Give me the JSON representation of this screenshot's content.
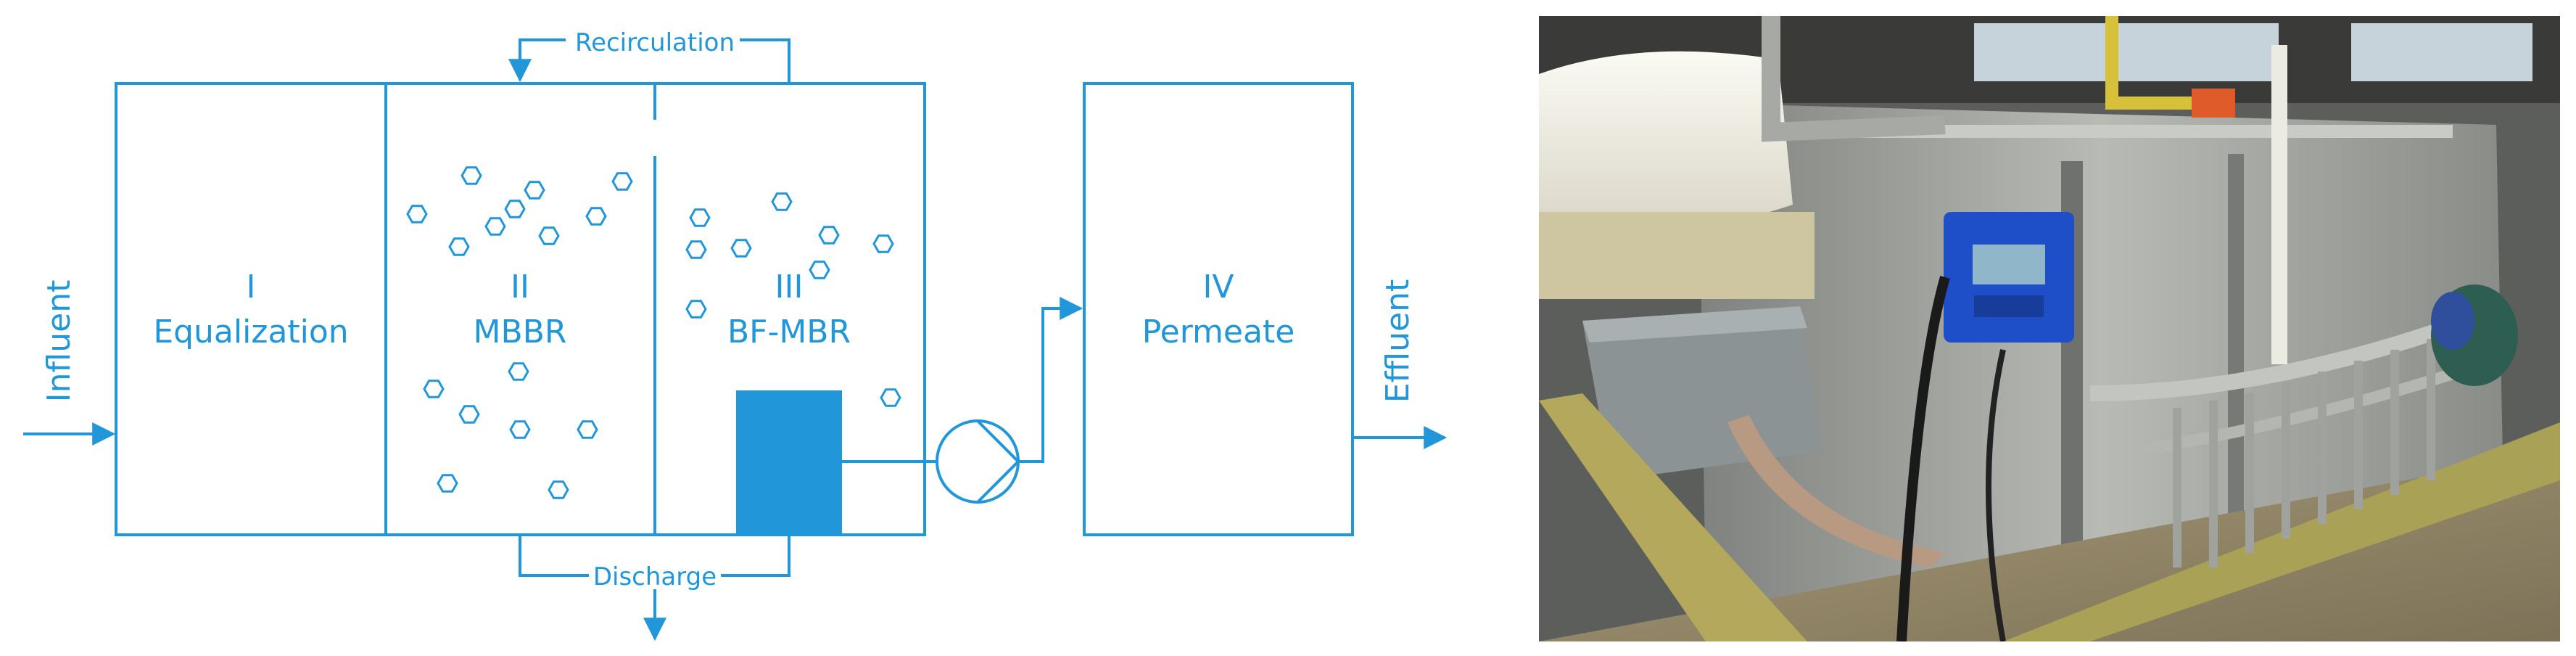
{
  "diagram": {
    "influent": "Influent",
    "effluent": "Effluent",
    "recirculation": "Recirculation",
    "discharge": "Discharge",
    "tanks": [
      {
        "num": "I",
        "name": "Equalization"
      },
      {
        "num": "II",
        "name": "MBBR"
      },
      {
        "num": "III",
        "name": "BF-MBR"
      },
      {
        "num": "IV",
        "name": "Permeate"
      }
    ],
    "accent_color": "#2196d8"
  },
  "photo": {
    "subject": "pilot-plant-equipment",
    "colors": {
      "steel": "#9a9c98",
      "blue_panel": "#1e4fc8",
      "tank_white": "#f1efe6",
      "floor": "#8f8468"
    }
  }
}
